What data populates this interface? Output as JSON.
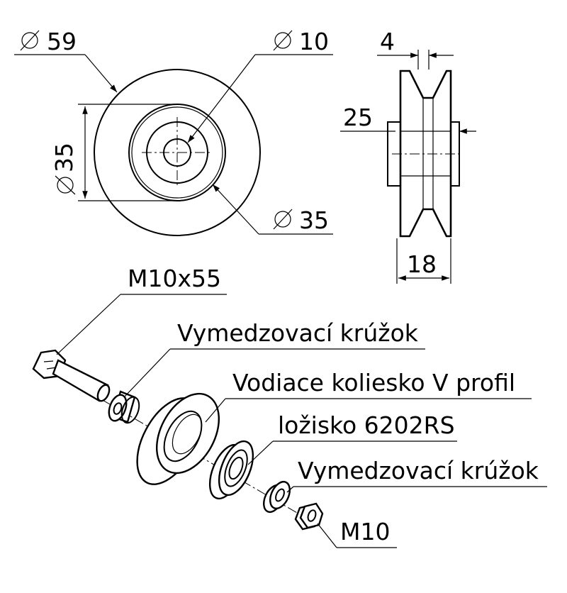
{
  "front_view": {
    "outer_diameter_label": "59",
    "bore_diameter_label": "10",
    "groove_height_label": "35",
    "inner_diameter_label": "35"
  },
  "side_view": {
    "groove_width_label": "4",
    "hub_label": "25",
    "width_label": "18"
  },
  "parts": {
    "bolt": "M10x55",
    "spacer_1": "Vymedzovací krúžok",
    "wheel": "Vodiace koliesko V profil",
    "bearing": "ložisko 6202RS",
    "spacer_2": "Vymedzovací krúžok",
    "nut": "M10"
  },
  "symbols": {
    "diameter": "diameter-symbol"
  }
}
